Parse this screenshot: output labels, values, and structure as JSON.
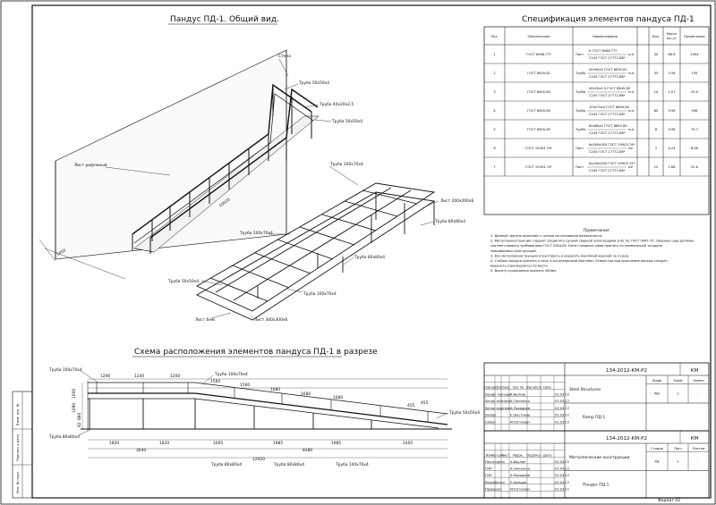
{
  "views": {
    "general_title": "Пандус ПД-1. Общий вид.",
    "section_title": "Схема расположения элементов пандуса ПД-1 в разрезе",
    "spec_title": "Спецификация элементов пандуса ПД-1"
  },
  "iso_labels": {
    "wall": "Стена",
    "pipe_top": "Труба 50х50х4",
    "pipe_mid": "Труба 40х20х2,5",
    "pipe_rail": "Труба 50х50х4",
    "sheet_plate": "Лист рифленый",
    "len_main": "10020",
    "len_side": "1450",
    "frame_pipe_top": "Труба 100х70х4",
    "frame_sheet": "Лист 200х200х6",
    "frame_pipe_post": "Труба 80х80х4",
    "frame_pipe_cross": "Труба 100х70х4",
    "frame_pipe_post2": "Труба 80х80х4",
    "frame_pipe_small": "Труба 50х50х4",
    "frame_pipe_beam": "Труба 100х70х4",
    "frame_sheet6": "Лист 6мм",
    "frame_sheet_base": "Лист 300х300х6"
  },
  "spec": {
    "headers": [
      "Поз.",
      "Обозначение",
      "Наименование",
      "Кол.",
      "Масса ед.,кг",
      "Примечание"
    ],
    "rows": [
      {
        "pos": "1",
        "code": "ГОСТ 8568-77*",
        "prefix": "Лист",
        "name1": "Б ГОСТ 8568-77*",
        "name2": "С245 ГОСТ 27772-88*",
        "unit": "м.п.",
        "qty": "30",
        "mass": "66.8",
        "note": "2004"
      },
      {
        "pos": "2",
        "code": "ГОСТ 8639-82",
        "prefix": "Труба",
        "name1": "50х50х4 ГОСТ 8639-82",
        "name2": "С245 ГОСТ 27772-88*",
        "unit": "м.п.",
        "qty": "35",
        "mass": "5.56",
        "note": "195"
      },
      {
        "pos": "3",
        "code": "ГОСТ 8645-80",
        "prefix": "Труба",
        "name1": "40х20х2,5 ГОСТ 8645-80",
        "name2": "С245 ГОСТ 27772-88*",
        "unit": "м.п.",
        "qty": "14",
        "mass": "2.07",
        "note": "29.0"
      },
      {
        "pos": "4",
        "code": "ГОСТ 8645-80",
        "prefix": "Труба",
        "name1": "100х70х4 ГОСТ 8645-80",
        "name2": "С245 ГОСТ 27772-88*",
        "unit": "м.п.",
        "qty": "60",
        "mass": "9.96",
        "note": "598"
      },
      {
        "pos": "5",
        "code": "ГОСТ 8645-80",
        "prefix": "Труба",
        "name1": "80х80х4 ГОСТ 8645-80",
        "name2": "С245 ГОСТ 27772-88*",
        "unit": "м.п.",
        "qty": "8",
        "mass": "9.96",
        "note": "79.7"
      },
      {
        "pos": "6",
        "code": "ГОСТ 19903-74*",
        "prefix": "Лист",
        "name1": "6х300х300 ГОСТ 19903-74*",
        "name2": "С245 ГОСТ 27772-88*",
        "unit": "м2",
        "qty": "2",
        "mass": "4.24",
        "note": "8.48"
      },
      {
        "pos": "7",
        "code": "ГОСТ 19903-74*",
        "prefix": "Лист",
        "name1": "6х200х200 ГОСТ 19903-74*",
        "name2": "С245 ГОСТ 27772-88*",
        "unit": "м2",
        "qty": "12",
        "mass": "1.88",
        "note": "22.6"
      }
    ]
  },
  "notes": {
    "heading": "Примечания",
    "lines": [
      "1. Данный чертеж выполнен с целью согласования возможности.",
      "2. Металлоконструкции следует соединять ручной сваркой электродами Э-42 по ГОСТ 9467-75. Сварные швы должны",
      "    соответствовать требованиям ГОСТ 5264-80. Катет сварных швов принять по наименьшей толщине",
      "    свариваемых конструкций.",
      "3. Все металлоконструкции огрунтовать и окрасить масляной краской за 2 раза.",
      "4. Стойки пандуса крепить к полу 4-мя анкерными болтами. Отверстия под крепление анкеры следует",
      "    вырезать (просверлить) по месту.",
      "5. Высоту ограждения принять 900мм."
    ]
  },
  "section": {
    "lbl_pipe_top": "Труба 100х70х4",
    "lbl_pipe_top2": "Труба 100х70х4",
    "lbl_pipe_post": "Труба 80х80х4",
    "lbl_pipe_small": "Труба 50х50х4",
    "lbl_pipe_bottom1": "Труба 80х80х4",
    "lbl_pipe_bottom2": "Труба 80х80х4",
    "lbl_pipe_bottom3": "Труба 100х70х4",
    "top_dims": [
      "1200",
      "1240",
      "1200",
      "1560",
      "1560",
      "1680",
      "1680",
      "1680",
      "455",
      "455"
    ],
    "heights": [
      "1000",
      "1090",
      "880",
      "82"
    ],
    "dims_row1": [
      "1820",
      "1820",
      "2005",
      "1985",
      "1985",
      "2405"
    ],
    "dims_row2": [
      "3640",
      "8380"
    ],
    "dims_row3": [
      "12020"
    ]
  },
  "stamp1": {
    "code": "134-2012-КМ-Р2",
    "mark": "КМ",
    "hdr": [
      "Change",
      "Qty",
      "Sheet",
      "Doc №",
      "Signature",
      "Date"
    ],
    "people": [
      [
        "Design manager",
        "А.Волков",
        "03.03.12"
      ],
      [
        "Senior architect",
        "А.Тимченко",
        "03.03.12"
      ],
      [
        "Senior engineer",
        "А.Порядоев",
        "03.03.12"
      ],
      [
        "Design",
        "Е.Шестаков",
        "03.03.12"
      ],
      [
        "Global",
        "М.Котлевич",
        "03.03.12"
      ]
    ],
    "subject": "Steel Structures",
    "part": "Ramp ПД-1",
    "stage_hdr": [
      "Stage",
      "Sheet",
      "Sheets"
    ],
    "stage": [
      "WD",
      "1",
      "-"
    ]
  },
  "stamp2": {
    "code": "134-2012-КМ-Р2",
    "mark": "КМ",
    "hdr": [
      "Изм.",
      "Кол.уч.",
      "Лист",
      "№док.",
      "Подпись",
      "Дата"
    ],
    "people": [
      [
        "Нач.отдела",
        "А.Ваулин",
        "03.03.12"
      ],
      [
        "ГИП",
        "А.Тимченко",
        "03.03.12"
      ],
      [
        "ГИП",
        "А.Порядоев",
        "03.03.12"
      ],
      [
        "Разработал",
        "Е.Шевцов",
        "03.03.12"
      ],
      [
        "Проверил",
        "М.Котлевич",
        "03.03.12"
      ]
    ],
    "subject": "Металлические конструкции",
    "part": "Пандус ПД-1",
    "stage_hdr": [
      "Стадия",
      "Лист",
      "Листов"
    ],
    "stage": [
      "РД",
      "1",
      "-"
    ]
  },
  "side_strip": [
    "Инв. № подл.",
    "Подпись и дата",
    "Взам. инв. №"
  ],
  "format": "Формат А2"
}
